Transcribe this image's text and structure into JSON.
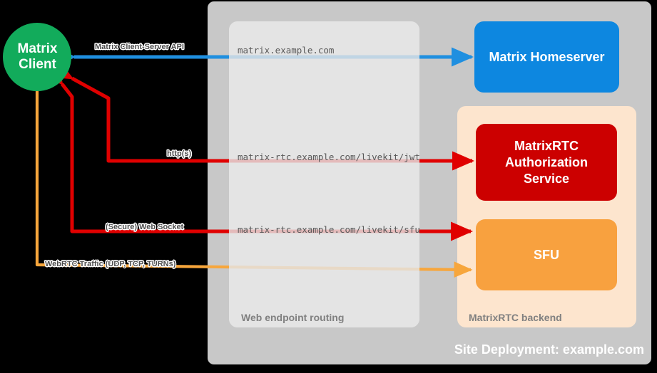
{
  "diagram": {
    "title": "Site Deployment: example.com",
    "background_color": "#000000",
    "site_box_color": "#c8c8c8",
    "routing_box_color": "#e4e4e4",
    "backend_box_color": "#fde5ce"
  },
  "nodes": {
    "client": {
      "label": "Matrix\nClient",
      "line1": "Matrix",
      "line2": "Client",
      "color": "#12ab5b",
      "shape": "circle"
    },
    "homeserver": {
      "label": "Matrix Homeserver",
      "color": "#0d87e0",
      "shape": "rounded-rect"
    },
    "auth_service": {
      "label": "MatrixRTC\nAuthorization\nService",
      "line1": "MatrixRTC",
      "line2": "Authorization",
      "line3": "Service",
      "color": "#cc0000",
      "shape": "rounded-rect"
    },
    "sfu": {
      "label": "SFU",
      "color": "#f8a13f",
      "shape": "rounded-rect"
    }
  },
  "containers": {
    "site": {
      "caption": "Site Deployment: example.com"
    },
    "routing": {
      "caption": "Web endpoint routing"
    },
    "backend": {
      "caption": "MatrixRTC backend"
    }
  },
  "edges": [
    {
      "id": "cs-api",
      "label": "Matrix Client-Server API",
      "endpoint": "matrix.example.com",
      "from": "client",
      "to": "homeserver",
      "color": "#1f8fe0",
      "direction": "bidirectional"
    },
    {
      "id": "jwt",
      "label": "http(s)",
      "endpoint": "matrix-rtc.example.com/livekit/jwt",
      "from": "client",
      "to": "auth_service",
      "color": "#e00000",
      "direction": "bidirectional"
    },
    {
      "id": "websocket",
      "label": "(Secure) Web Socket",
      "endpoint": "matrix-rtc.example.com/livekit/sfu",
      "from": "client",
      "to": "sfu",
      "color": "#e00000",
      "direction": "bidirectional"
    },
    {
      "id": "webrtc",
      "label": "WebRTC Traffic (UDP, TCP, TURNs)",
      "endpoint": "",
      "from": "client",
      "to": "sfu",
      "color": "#f7a63c",
      "direction": "bidirectional"
    }
  ]
}
